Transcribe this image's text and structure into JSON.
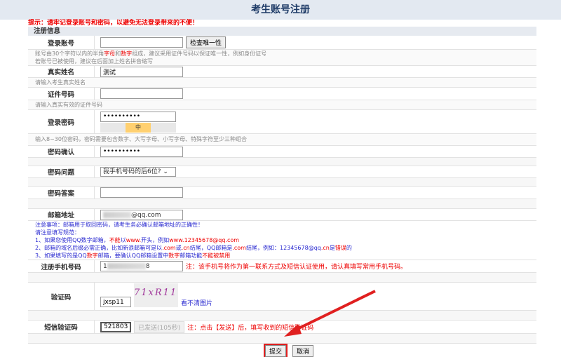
{
  "title": "考生账号注册",
  "tip": "提示：请牢记登录账号和密码，以避免无法登录带来的不便！",
  "section": "注册信息",
  "account": {
    "label": "登录账号",
    "check_button": "检查唯一性",
    "hint1a": "账号由30个字符以内的半角",
    "hint1b": "字母",
    "hint1c": "和",
    "hint1d": "数字",
    "hint1e": "组成，建议采用证件号码以保证唯一性，例如身份证号",
    "hint2": "若账号已被使用，建议在后面加上姓名拼音缩写"
  },
  "realname": {
    "label": "真实姓名",
    "value": "测试",
    "hint": "请输入考生真实姓名"
  },
  "idnum": {
    "label": "证件号码",
    "hint": "请输入真实有效的证件号码"
  },
  "password": {
    "label": "登录密码",
    "value": "••••••••••",
    "strength": "中",
    "hint": "输入8~30位密码，密码需要包含数字、大写字母、小写字母、特殊字符至少三种组合"
  },
  "confirm": {
    "label": "密码确认",
    "value": "••••••••••"
  },
  "question": {
    "label": "密码问题",
    "selected": "我手机号码的后6位?"
  },
  "answer": {
    "label": "密码答案"
  },
  "email": {
    "label": "邮箱地址",
    "value": "@qq.com"
  },
  "notes": {
    "n1": "注意事项：邮箱用于取回密码，请考生务必确认邮箱地址的正确性！",
    "n2": "请注意填写规范：",
    "n3a": "1、如果您使用QQ数字邮箱，",
    "n3b": "不能",
    "n3c": "以",
    "n3d": "www.",
    "n3e": "开头，例如",
    "n3f": "www.12345678@qq.com",
    "n4a": "2、邮箱的域名后缀必需正确，比如新浪邮箱可是以",
    "n4b": ".com",
    "n4c": "或",
    "n4d": ".cn",
    "n4e": "结尾，QQ邮箱是",
    "n4f": ".com",
    "n4g": "结尾，例如：12345678@qq",
    "n4h": ".cn",
    "n4i": "是",
    "n4j": "错误",
    "n4k": "的",
    "n5a": "3、如果填写的是QQ",
    "n5b": "数字",
    "n5c": "邮箱，要确认QQ邮箱设置中",
    "n5d": "数字",
    "n5e": "邮箱功能",
    "n5f": "不能被禁用"
  },
  "phone": {
    "label": "注册手机号码",
    "prefix": "1",
    "suffix": "8",
    "note": "注：该手机号将作为第一联系方式及短信认证使用，请认真填写常用手机号码。"
  },
  "captcha": {
    "label": "验证码",
    "value": "jxsp11",
    "image_text": "71xR11",
    "refresh": "看不清图片"
  },
  "sms": {
    "label": "短信验证码",
    "value": "521803",
    "send_button": "已发送(105秒)",
    "note": "注：点击【发送】后，填写收到的短信验证码"
  },
  "submit": "提交",
  "cancel": "取消"
}
